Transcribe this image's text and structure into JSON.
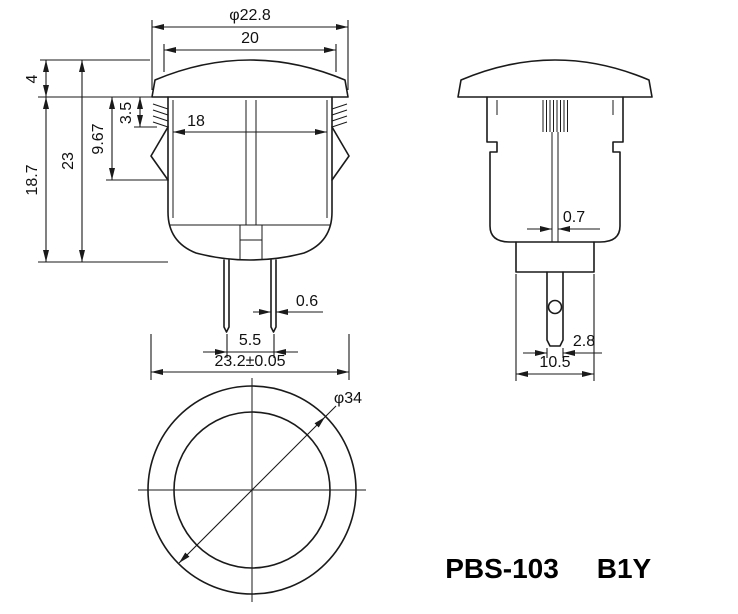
{
  "front": {
    "cap_diameter": "φ22.8",
    "cap_top_width": "20",
    "cap_height": "4",
    "bezel_height": "3.5",
    "snap_depth": "9.67",
    "overall_height": "23",
    "body_height": "18.7",
    "inner_width": "18",
    "terminal_thickness": "0.6",
    "terminal_pitch": "5.5",
    "mounting_width": "23.2±0.05"
  },
  "side": {
    "stem_thickness": "0.7",
    "terminal_width": "2.8",
    "base_width": "10.5"
  },
  "top": {
    "flange_diameter": "φ34"
  },
  "title": {
    "model": "PBS-103",
    "variant": "B1Y"
  }
}
